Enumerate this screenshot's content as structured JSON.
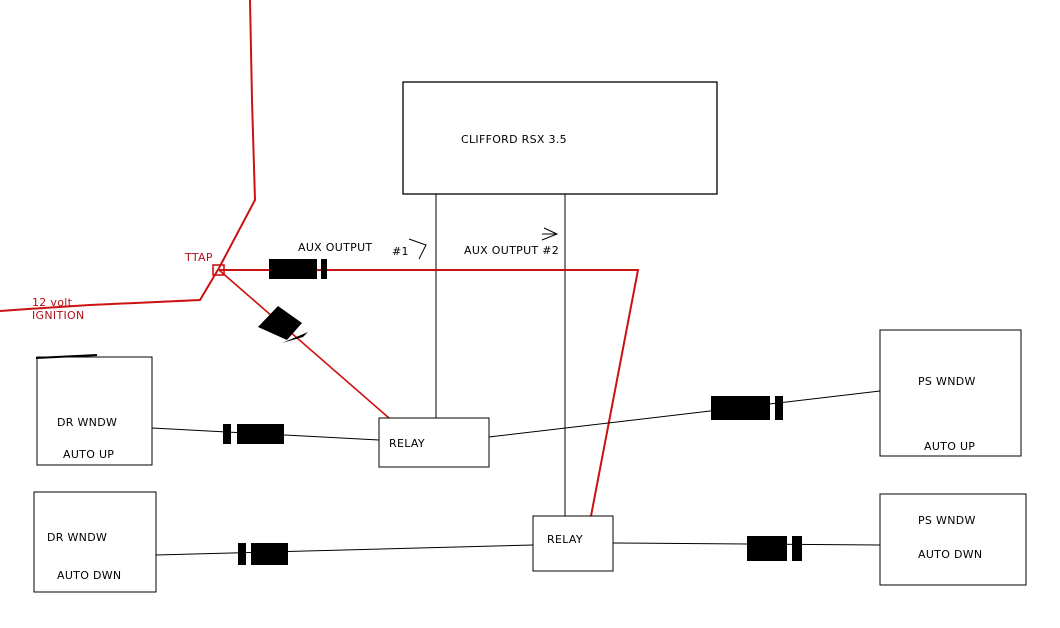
{
  "colors": {
    "power_wire": "#cc1111",
    "signal_wire": "#000000",
    "label_red": "#b0101a"
  },
  "controller": {
    "label": "CLIFFORD RSX 3.5"
  },
  "aux_outputs": [
    {
      "label": "AUX OUTPUT",
      "number": "#1"
    },
    {
      "label": "AUX OUTPUT #2"
    }
  ],
  "power": {
    "ttap_label": "TTAP",
    "source_line1": "12 volt",
    "source_line2": "IGNITION"
  },
  "relays": [
    {
      "label": "RELAY"
    },
    {
      "label": "RELAY"
    }
  ],
  "windows": {
    "dr_up": {
      "line1": "DR WNDW",
      "line2": "AUTO UP"
    },
    "dr_down": {
      "line1": "DR WNDW",
      "line2": "AUTO DWN"
    },
    "ps_up": {
      "line1": "PS WNDW",
      "line2": "AUTO UP"
    },
    "ps_down": {
      "line1": "PS WNDW",
      "line2": "AUTO DWN"
    }
  },
  "components": [
    "diode",
    "diode",
    "diode",
    "diode",
    "diode",
    "diode",
    "diode"
  ]
}
